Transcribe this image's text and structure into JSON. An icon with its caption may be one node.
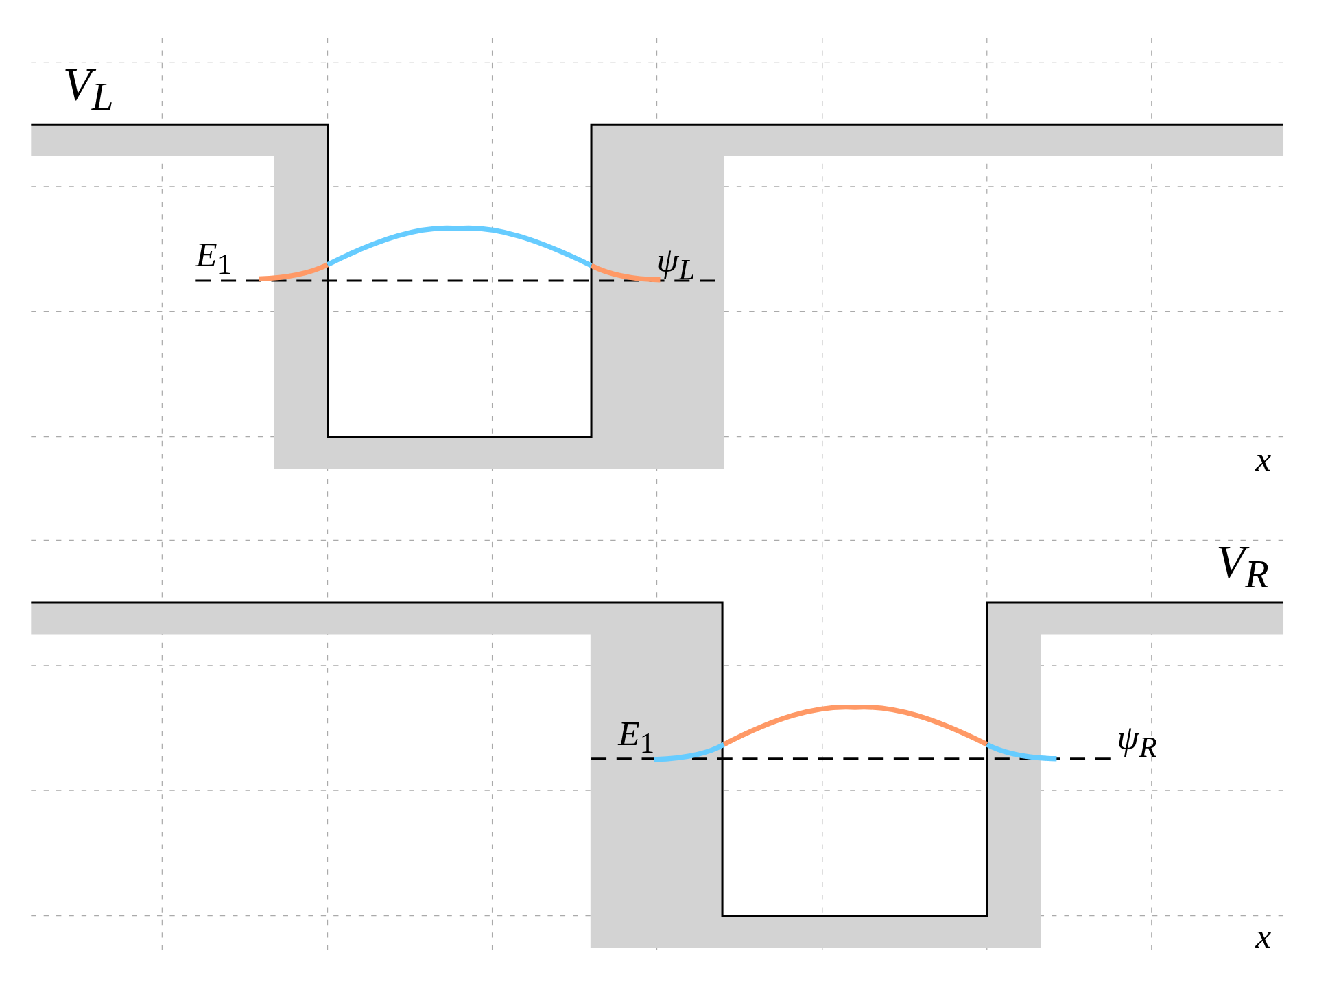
{
  "diagram": {
    "labels": [
      "V$_{L}$",
      "*E*$_{1}$",
      "ψ$_{L}$",
      "x",
      "V$_{R}$",
      "*E*$_{1}$",
      "ψ$_{R}$",
      "x"
    ]
  }
}
